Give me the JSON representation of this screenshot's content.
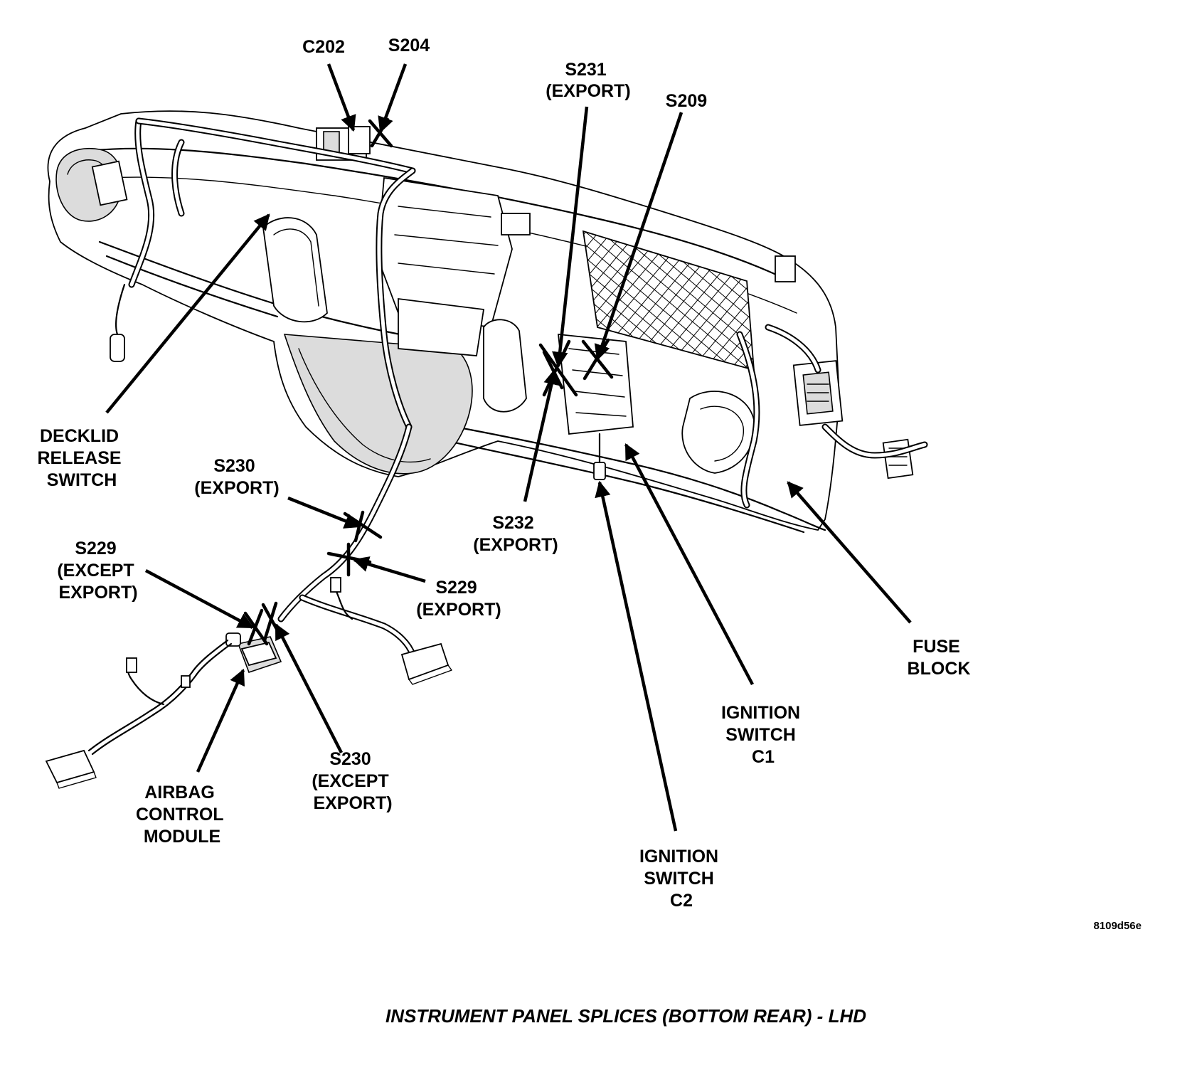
{
  "labels": {
    "c202": "C202",
    "s204": "S204",
    "s231": [
      "S231",
      "(EXPORT)"
    ],
    "s209": "S209",
    "decklid": [
      "DECKLID",
      "RELEASE",
      "SWITCH"
    ],
    "s230_export": [
      "S230",
      "(EXPORT)"
    ],
    "s232": [
      "S232",
      "(EXPORT)"
    ],
    "s229_except": [
      "S229",
      "(EXCEPT",
      "EXPORT)"
    ],
    "s229_export": [
      "S229",
      "(EXPORT)"
    ],
    "fuse_block": [
      "FUSE",
      "BLOCK"
    ],
    "ign_c1": [
      "IGNITION",
      "SWITCH",
      "C1"
    ],
    "airbag": [
      "AIRBAG",
      "CONTROL",
      "MODULE"
    ],
    "s230_except": [
      "S230",
      "(EXCEPT",
      "EXPORT)"
    ],
    "ign_c2": [
      "IGNITION",
      "SWITCH",
      "C2"
    ]
  },
  "figure_id": "8109d56e",
  "caption": "INSTRUMENT PANEL SPLICES (BOTTOM REAR) - LHD"
}
